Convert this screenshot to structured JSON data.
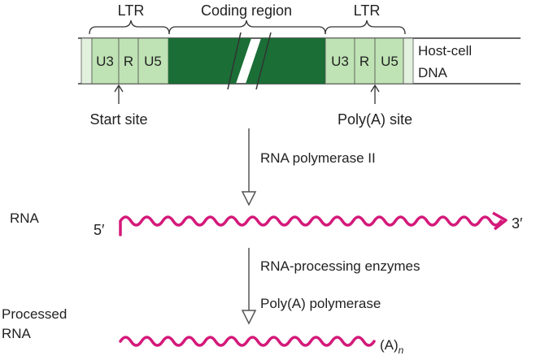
{
  "provirus": {
    "ltr_left_label": "LTR",
    "coding_label": "Coding region",
    "ltr_right_label": "LTR",
    "segments_left": [
      "U3",
      "R",
      "U5"
    ],
    "segments_right": [
      "U3",
      "R",
      "U5"
    ],
    "host_label_line1": "Host-cell",
    "host_label_line2": "DNA",
    "start_site_label": "Start site",
    "polya_site_label": "Poly(A) site"
  },
  "steps": {
    "enzyme1": "RNA polymerase II",
    "enzyme2a": "RNA-processing enzymes",
    "enzyme2b": "Poly(A) polymerase"
  },
  "rna": {
    "label": "RNA",
    "five_prime": "5′",
    "three_prime": "3′"
  },
  "processed": {
    "label_line1": "Processed",
    "label_line2": "RNA",
    "tail_base": "(A)",
    "tail_sub": "n"
  },
  "colors": {
    "ltr_fill": "#bfe3b4",
    "coding_fill": "#1a6e36",
    "rna_color": "#d4197a",
    "outline": "#333333"
  }
}
